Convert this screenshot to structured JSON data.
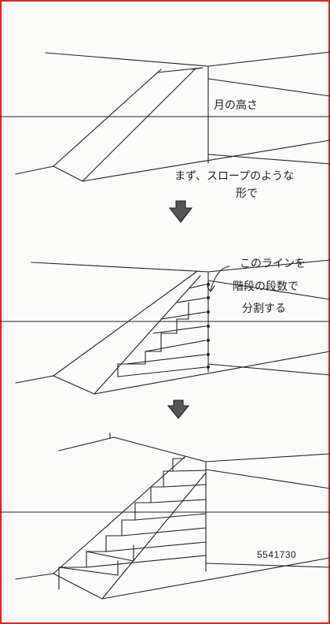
{
  "annotations": {
    "height_label": "月の高さ",
    "step1_line1": "まず、スロープのような",
    "step1_line2": "形で",
    "step2_line1": "このラインを",
    "step2_line2": "階段の段数で",
    "step2_line3": "分割する"
  },
  "image_id": "5541730",
  "colors": {
    "border": "#d42a2a",
    "ink": "#222222",
    "arrow": "#555555"
  }
}
